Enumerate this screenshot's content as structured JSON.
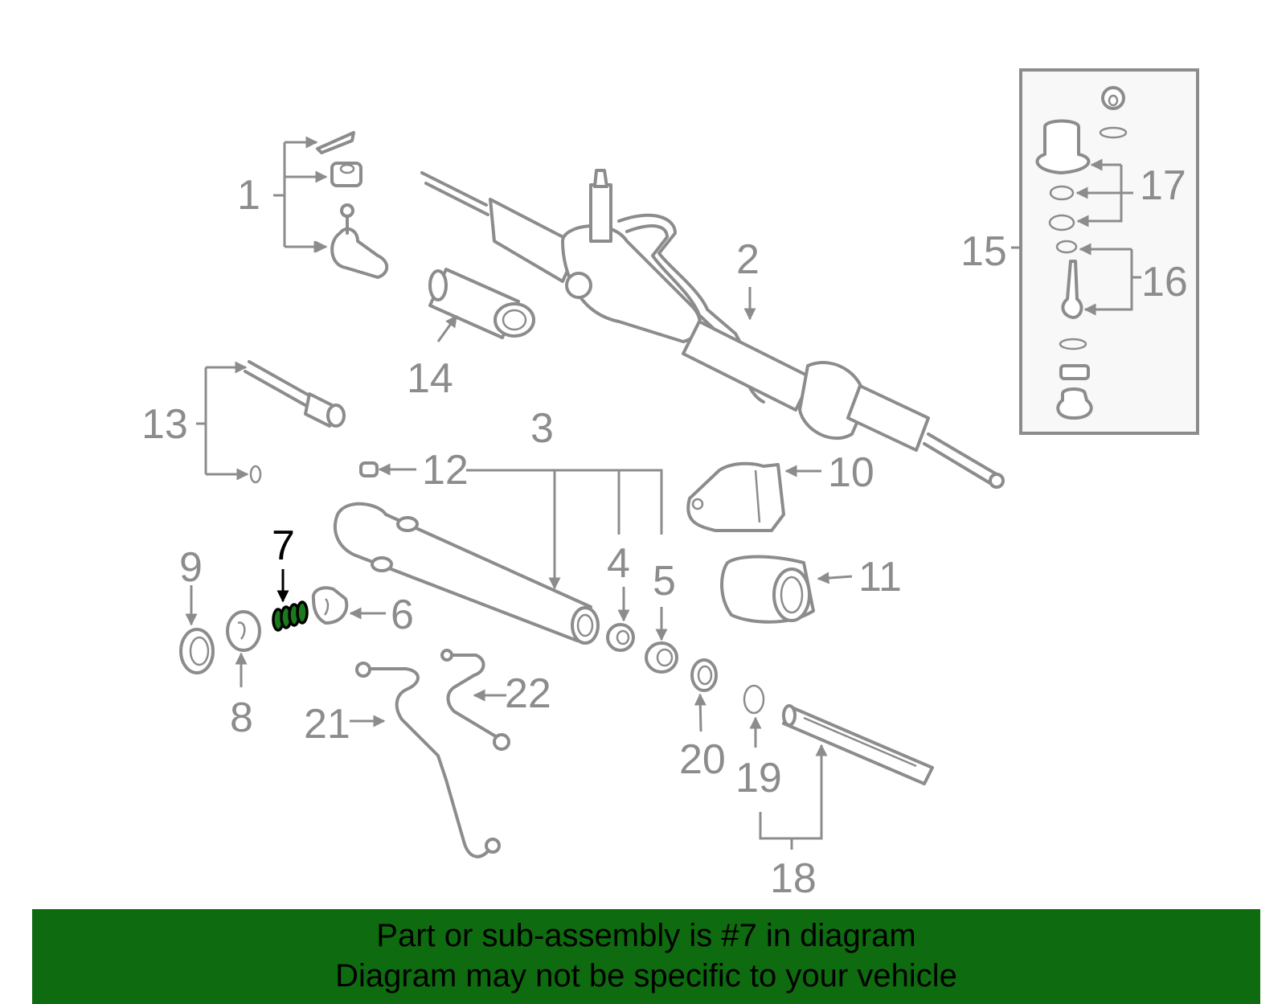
{
  "diagram": {
    "highlight_color": "#1b7a1b",
    "part_color": "#8c8c8c",
    "highlighted_callout": "7",
    "callouts": [
      "1",
      "2",
      "3",
      "4",
      "5",
      "6",
      "7",
      "8",
      "9",
      "10",
      "11",
      "12",
      "13",
      "14",
      "15",
      "16",
      "17",
      "18",
      "19",
      "20",
      "21",
      "22"
    ]
  },
  "footer": {
    "background": "#0f6b0f",
    "line1": "Part or sub-assembly is #7 in diagram",
    "line2": "Diagram may not be specific to your vehicle"
  }
}
